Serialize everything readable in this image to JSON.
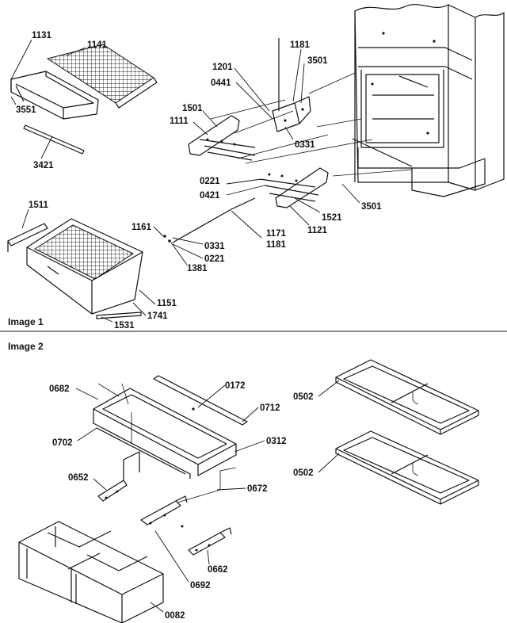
{
  "sections": [
    {
      "caption": "Image 1"
    },
    {
      "caption": "Image 2"
    }
  ],
  "labels": [
    "1131",
    "1141",
    "3551",
    "3421",
    "1511",
    "1151",
    "1741",
    "1531",
    "1161",
    "1381",
    "0331",
    "0221",
    "1171",
    "1181",
    "1111",
    "1501",
    "1201",
    "0441",
    "1181",
    "3501",
    "0331",
    "0221",
    "0421",
    "1521",
    "1121",
    "3501",
    "0682",
    "0702",
    "0172",
    "0712",
    "0312",
    "0652",
    "0672",
    "0662",
    "0692",
    "0082",
    "0502",
    "0502"
  ]
}
